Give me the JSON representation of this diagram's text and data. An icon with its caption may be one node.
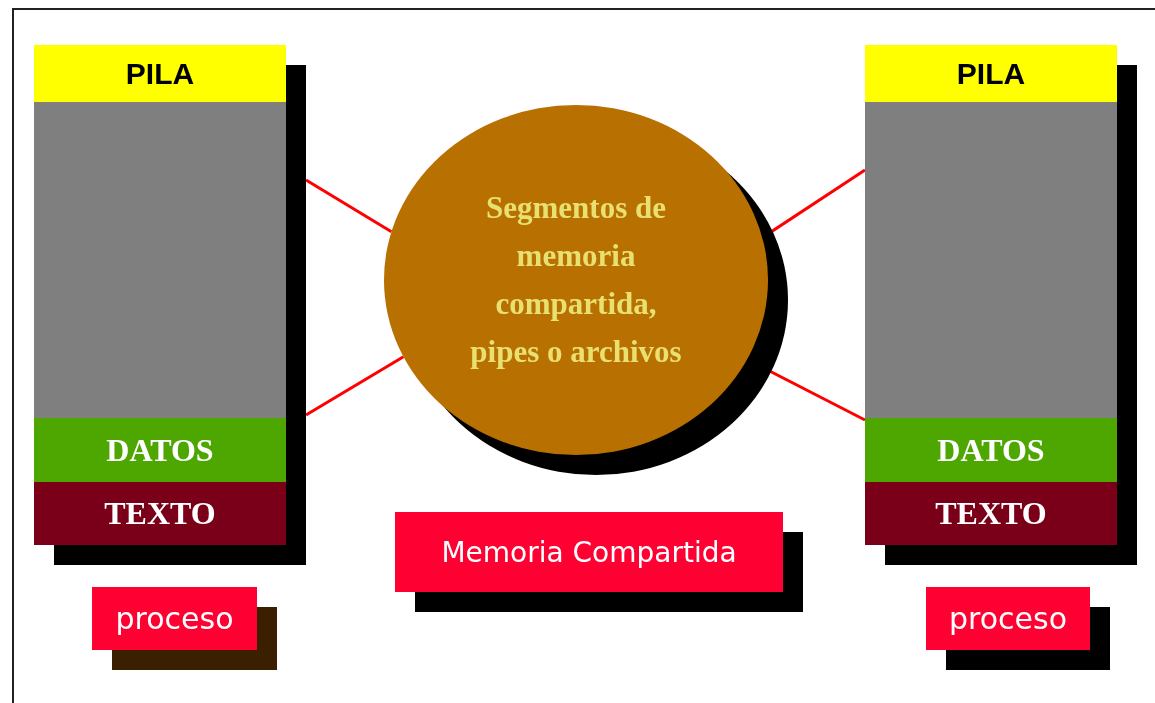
{
  "diagram": {
    "nodes": [
      {
        "text": [],
        "shape": "box"
      },
      {
        "text": [
          "PILA"
        ],
        "in": 0
      },
      {
        "text": [
          "DATOS"
        ],
        "in": 0
      },
      {
        "text": [
          "TEXTO"
        ],
        "in": 0
      },
      {
        "text": [
          "proceso"
        ]
      },
      {
        "text": [
          "Segmentos de memoria compartida, pipes o archivos"
        ]
      },
      {
        "text": [
          "Memoria Compartida"
        ]
      },
      {
        "text": [],
        "shape": "box"
      },
      {
        "text": [
          "PILA"
        ],
        "in": 7
      },
      {
        "text": [
          "DATOS"
        ],
        "in": 7
      },
      {
        "text": [
          "TEXTO"
        ],
        "in": 7
      },
      {
        "text": [
          "proceso"
        ]
      }
    ],
    "edges": [
      {
        "from": 0,
        "to": 5,
        "arrow": "none"
      },
      {
        "from": 0,
        "to": 5,
        "arrow": "none"
      },
      {
        "from": 7,
        "to": 5,
        "arrow": "none"
      },
      {
        "from": 7,
        "to": 5,
        "arrow": "none"
      }
    ]
  }
}
